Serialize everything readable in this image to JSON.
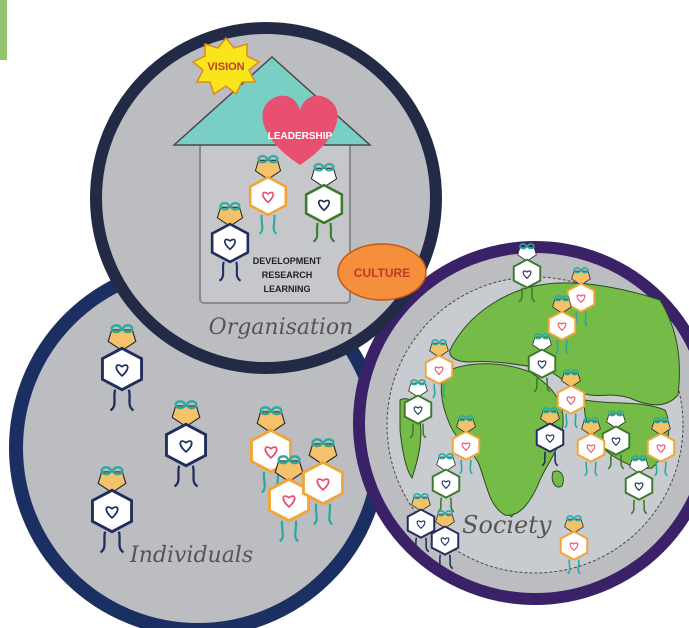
{
  "labels": {
    "vision": "VISION",
    "leadership": "LEADERSHIP",
    "culture": "CULTURE",
    "development": "DEVELOPMENT",
    "research": "RESEARCH",
    "learning": "LEARNING",
    "organisation": "Organisation",
    "individuals": "Individuals",
    "society": "Society"
  },
  "colors": {
    "background": "#ffffff",
    "circle_fill": "#bcbdc1",
    "organisation_border": "#232a45",
    "individuals_border": "#1c2f63",
    "society_border": "#3a2168",
    "roof": "#79cfc4",
    "heart": "#e84f70",
    "vision_burst": "#f9e51b",
    "culture_oval": "#f58f3c",
    "globe_ocean": "#c8cbd0",
    "continents": "#74bb47",
    "corner_accent": "#92c46d"
  },
  "icons": {
    "person": "hexagon-person-icon",
    "heart": "heart-icon",
    "burst": "starburst-icon"
  }
}
